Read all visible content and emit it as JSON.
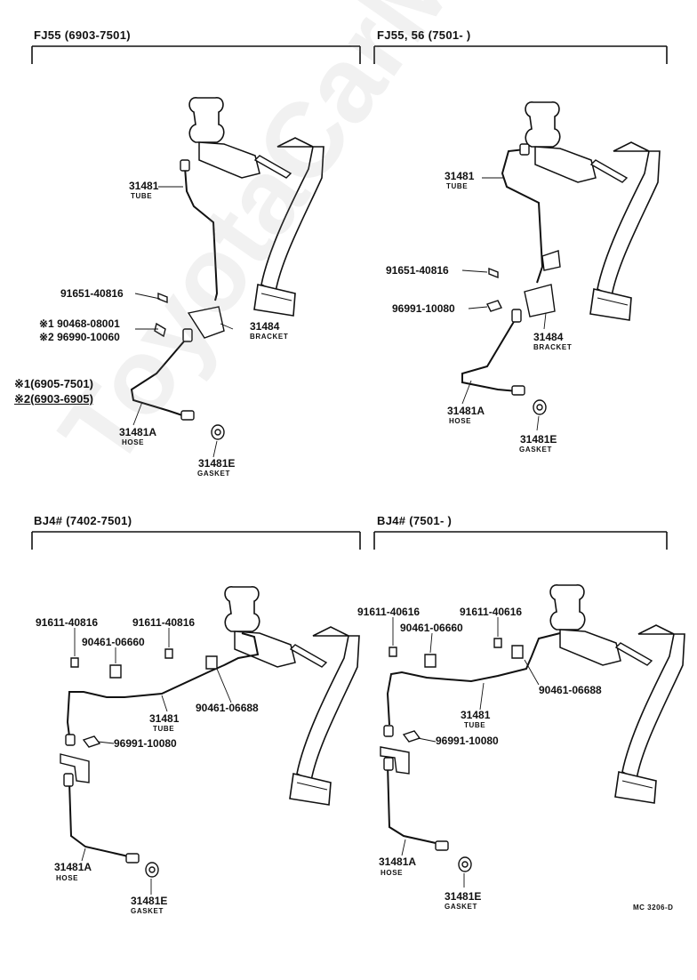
{
  "watermark": "ToyotaCarMine.ru",
  "panels": {
    "tl": {
      "title": "FJ55 (6903-7501)"
    },
    "tr": {
      "title": "FJ55, 56 (7501-        )"
    },
    "bl": {
      "title": "BJ4# (7402-7501)"
    },
    "br": {
      "title": "BJ4# (7501-        )"
    }
  },
  "labels": {
    "tl_tube_pn": "31481",
    "tl_tube_sub": "TUBE",
    "tl_bolt": "91651-40816",
    "tl_bolt_alt1": "※1 90468-08001",
    "tl_bolt_alt2": "※2 96990-10060",
    "tl_bracket_pn": "31484",
    "tl_bracket_sub": "BRACKET",
    "tl_note1": "※1(6905-7501)",
    "tl_note2": "※2(6903-6905)",
    "tl_hose_pn": "31481A",
    "tl_hose_sub": "HOSE",
    "tl_gasket_pn": "31481E",
    "tl_gasket_sub": "GASKET",
    "tr_tube_pn": "31481",
    "tr_tube_sub": "TUBE",
    "tr_bolt": "91651-40816",
    "tr_clip": "96991-10080",
    "tr_bracket_pn": "31484",
    "tr_bracket_sub": "BRACKET",
    "tr_hose_pn": "31481A",
    "tr_hose_sub": "HOSE",
    "tr_gasket_pn": "31481E",
    "tr_gasket_sub": "GASKET",
    "bl_bolt_a": "91611-40816",
    "bl_bolt_b": "91611-40816",
    "bl_clamp_a": "90461-06660",
    "bl_clamp_b": "90461-06688",
    "bl_tube_pn": "31481",
    "bl_tube_sub": "TUBE",
    "bl_clip": "96991-10080",
    "bl_hose_pn": "31481A",
    "bl_hose_sub": "HOSE",
    "bl_gasket_pn": "31481E",
    "bl_gasket_sub": "GASKET",
    "br_bolt_a": "91611-40616",
    "br_bolt_b": "91611-40616",
    "br_clamp_a": "90461-06660",
    "br_clamp_b": "90461-06688",
    "br_tube_pn": "31481",
    "br_tube_sub": "TUBE",
    "br_clip": "96991-10080",
    "br_hose_pn": "31481A",
    "br_hose_sub": "HOSE",
    "br_gasket_pn": "31481E",
    "br_gasket_sub": "GASKET"
  },
  "figure_code": "MC 3206-D"
}
